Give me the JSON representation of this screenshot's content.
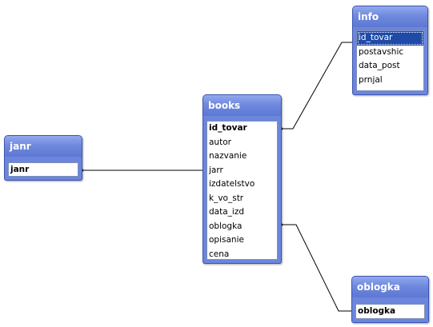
{
  "colors": {
    "window_body": "#6b86dc",
    "title_text": "#ffffff",
    "selection": "#1f4aa8",
    "relation_line": "#000000"
  },
  "tables": {
    "info": {
      "title": "info",
      "fields": [
        "id_tovar",
        "postavshic",
        "data_post",
        "prnjal"
      ],
      "selected_field": "id_tovar"
    },
    "books": {
      "title": "books",
      "fields": [
        "id_tovar",
        "autor",
        "nazvanie",
        "jarr",
        "izdatelstvo",
        "k_vo_str",
        "data_izd",
        "oblogka",
        "opisanie",
        "cena"
      ],
      "primary_key": "id_tovar"
    },
    "janr": {
      "title": "janr",
      "fields": [
        "janr"
      ],
      "primary_key": "janr"
    },
    "oblogka": {
      "title": "oblogka",
      "fields": [
        "oblogka"
      ],
      "primary_key": "oblogka"
    }
  }
}
